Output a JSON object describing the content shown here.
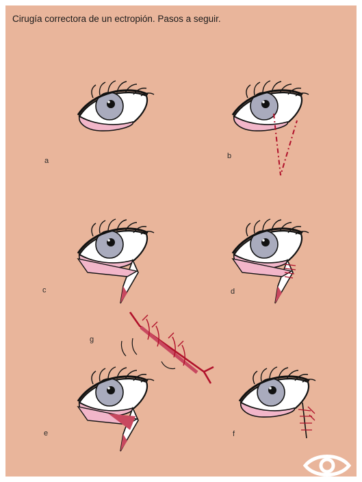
{
  "title": "Cirugía correctora de un ectropión. Pasos a seguir.",
  "panels": [
    {
      "id": "a",
      "label": "a"
    },
    {
      "id": "b",
      "label": "b"
    },
    {
      "id": "c",
      "label": "c"
    },
    {
      "id": "d",
      "label": "d"
    },
    {
      "id": "e",
      "label": "e"
    },
    {
      "id": "f",
      "label": "f"
    },
    {
      "id": "g",
      "label": "g"
    }
  ],
  "logo": "eye-logo-icon",
  "colors": {
    "background": "#e9b59b",
    "conjunctiva": "#f2b6c9",
    "iris": "#a9abbd",
    "tissue": "#c8485f",
    "incision": "#b0102a"
  }
}
